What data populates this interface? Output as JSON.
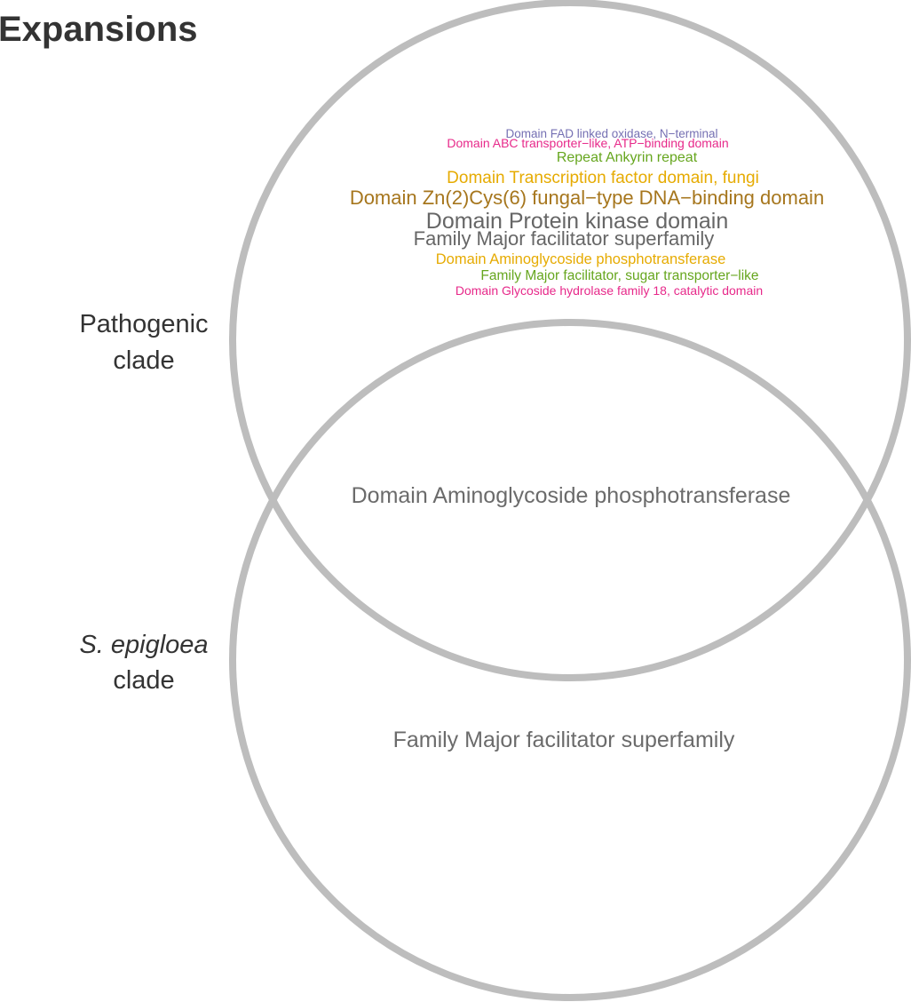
{
  "title": "Expansions",
  "sets": {
    "pathogenic": {
      "label_line1": "Pathogenic",
      "label_line2": "clade"
    },
    "epigloea": {
      "label_line1": "S. epigloea",
      "label_line2": "clade"
    }
  },
  "colors": {
    "circle_stroke": "#bdbdbd",
    "title": "#333333",
    "set_label": "#333333",
    "neutral_term": "#6b6b6b"
  },
  "pathogenic_only_terms": [
    {
      "text": "Domain FAD linked oxidase, N−terminal",
      "color": "#7570b3"
    },
    {
      "text": "Domain ABC transporter−like, ATP−binding domain",
      "color": "#e7298a"
    },
    {
      "text": "Repeat Ankyrin repeat",
      "color": "#66a61e"
    },
    {
      "text": "Domain Transcription factor domain, fungi",
      "color": "#e6ab02"
    },
    {
      "text": "Domain Zn(2)Cys(6) fungal−type DNA−binding domain",
      "color": "#a6761d"
    },
    {
      "text": "Domain Protein kinase domain",
      "color": "#666666"
    },
    {
      "text": "Family Major facilitator superfamily",
      "color": "#666666"
    },
    {
      "text": "Domain Aminoglycoside phosphotransferase",
      "color": "#e6ab02"
    },
    {
      "text": "Family Major facilitator, sugar transporter−like",
      "color": "#66a61e"
    },
    {
      "text": "Domain Glycoside hydrolase family 18, catalytic domain",
      "color": "#e7298a"
    }
  ],
  "intersection_terms": [
    {
      "text": "Domain Aminoglycoside phosphotransferase",
      "color": "#6b6b6b"
    }
  ],
  "epigloea_only_terms": [
    {
      "text": "Family Major facilitator superfamily",
      "color": "#6b6b6b"
    }
  ]
}
